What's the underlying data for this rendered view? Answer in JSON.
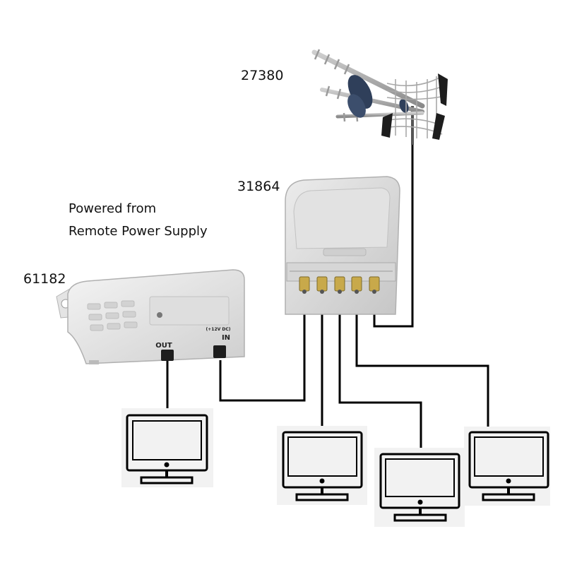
{
  "labels": {
    "antenna_code": "27380",
    "splitter_code": "31864",
    "power_supply_code": "61182",
    "note_line1": "Powered from",
    "note_line2": "Remote Power Supply"
  },
  "power_supply": {
    "out_port_label": "OUT",
    "in_port_label": "IN",
    "in_port_voltage": "(+12V DC)"
  },
  "icons": {
    "antenna": "yagi-antenna-icon",
    "splitter": "splitter-icon",
    "power_supply": "power-supply-icon",
    "monitor": "monitor-icon"
  },
  "colors": {
    "cable": "#000000",
    "device_body": "#e6e6e6",
    "antenna_accent": "#2f3f5a",
    "monitor_background": "#f2f2f2"
  }
}
